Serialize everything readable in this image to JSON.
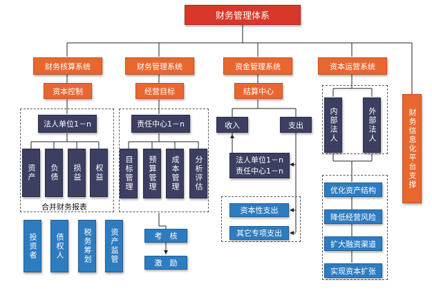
{
  "title": "财务管理体系",
  "level1": [
    "财务核算系统",
    "财务管理系统",
    "资金管理系统",
    "资本运营系统"
  ],
  "capital_control": "资本控制",
  "business_target": "经营目标",
  "settlement_center": "结算中心",
  "legal_unit": "法人单位1－n",
  "responsibility_center": "责任中心1－n",
  "income": "收入",
  "expenditure": "支出",
  "settlement_units": [
    "法人单位1－n",
    "责任中心1－n"
  ],
  "accounting_items": [
    "资产",
    "负债",
    "损益",
    "权益"
  ],
  "management_items": [
    "目标管理",
    "预算管理",
    "成本管理",
    "分析评估"
  ],
  "consolidated_report": "合并财务报表",
  "report_users": [
    "投资者",
    "债权人",
    "税务筹划",
    "资产监管"
  ],
  "assessment": "考　核",
  "incentive": "激　励",
  "capital_expenditure": "资本性支出",
  "other_expenditure": "其它专项支出",
  "internal_legal": "内部法人",
  "external_legal": "外部法人",
  "capital_ops_items": [
    "优化资产结构",
    "降低经营风险",
    "扩大融资渠道",
    "实现资本扩张"
  ],
  "info_platform": "财务信息化平台支撑",
  "colors": {
    "red": "#d9372a",
    "orange": "#e8672f",
    "navy": "#3c3f61",
    "blue": "#2e7cc0"
  }
}
